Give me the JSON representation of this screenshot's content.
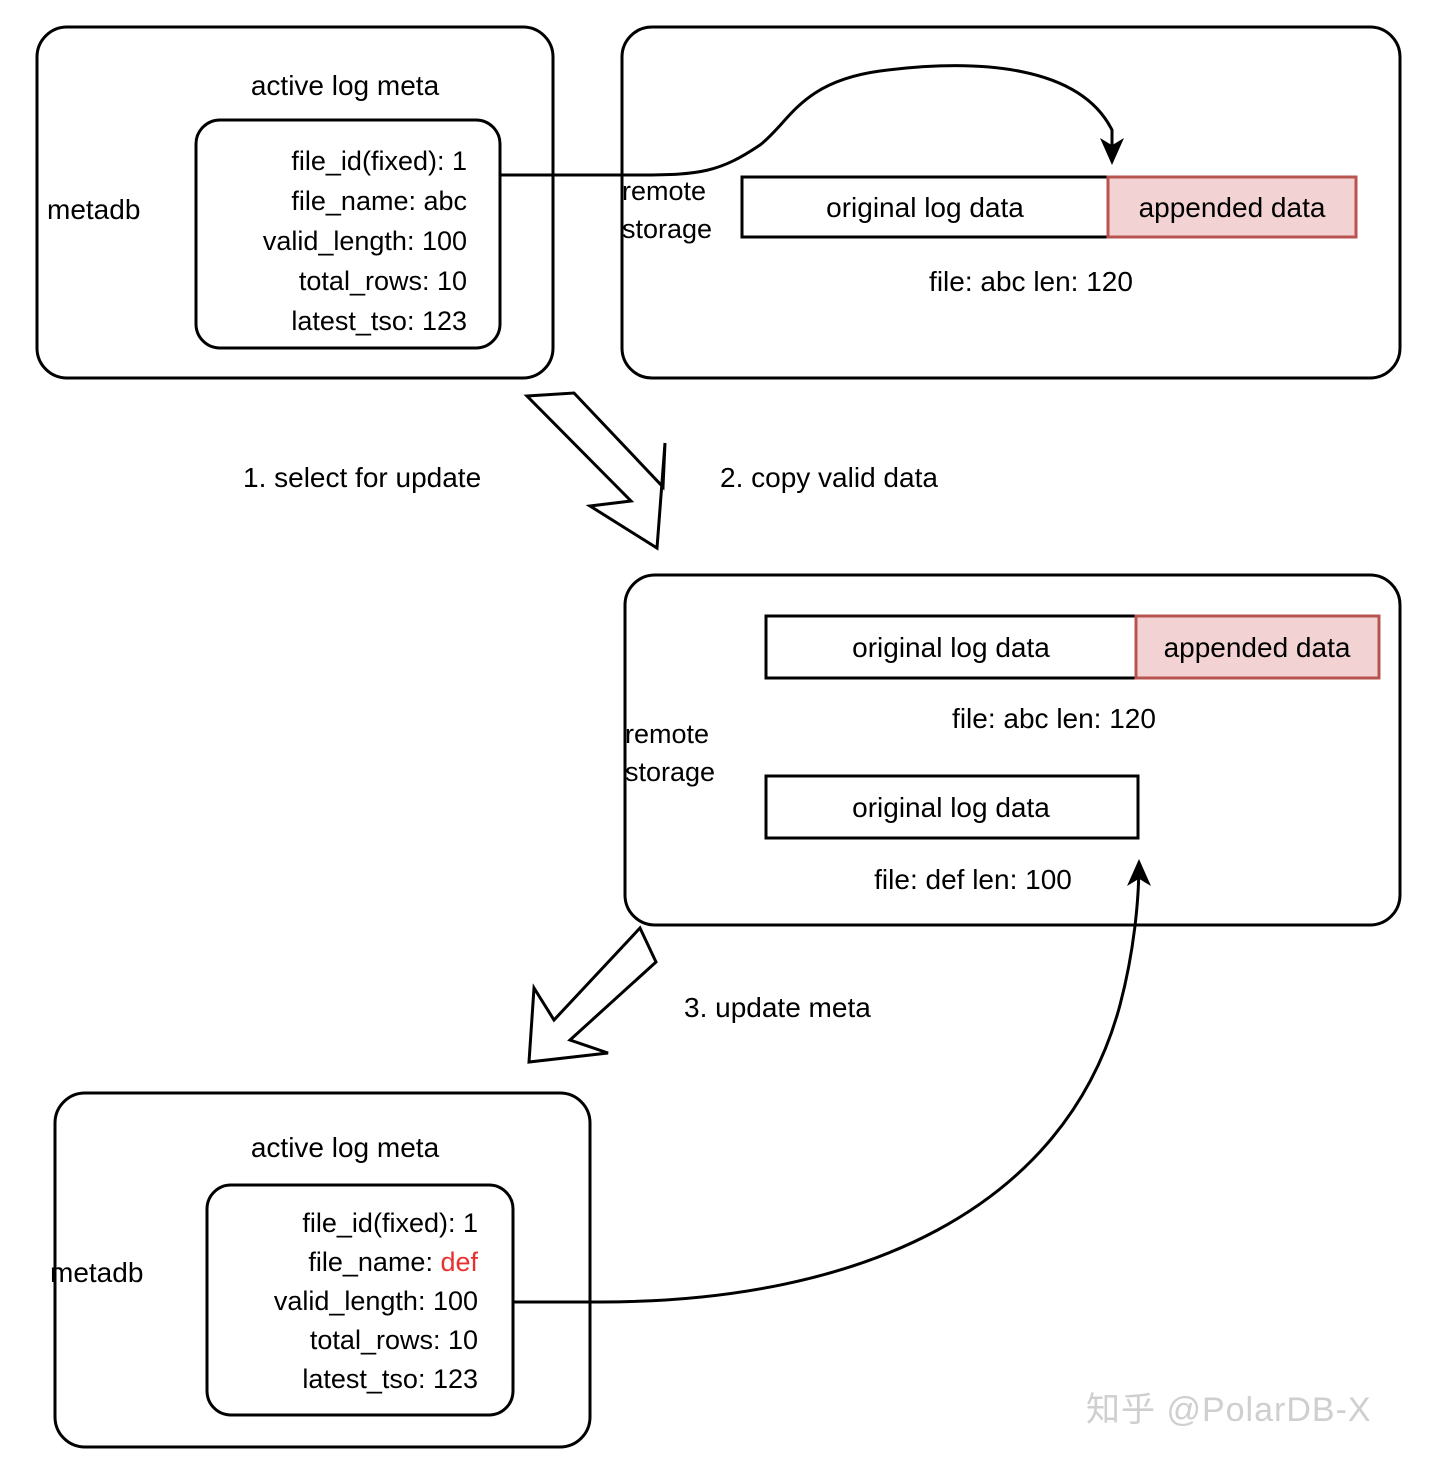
{
  "diagram": {
    "title_hidden": "PolarDB-X active log meta rotation flow",
    "watermark": "知乎 @PolarDB-X",
    "accent_fill": "#f2d2d2",
    "accent_stroke": "#b85450",
    "highlight_text_color": "#e8312f",
    "stroke_color": "#000000"
  },
  "top_metadb": {
    "db_label": "metadb",
    "table_label": "active log meta",
    "fields": [
      "file_id(fixed): 1",
      "file_name: abc",
      "valid_length: 100",
      "total_rows: 10",
      "latest_tso: 123"
    ]
  },
  "top_storage": {
    "label_line1": "remote",
    "label_line2": "storage",
    "bars": [
      {
        "original_label": "original log data",
        "appended_label": "appended data",
        "caption": "file: abc len: 120"
      }
    ]
  },
  "middle_storage": {
    "label_line1": "remote",
    "label_line2": "storage",
    "bars": [
      {
        "original_label": "original log data",
        "appended_label": "appended data",
        "caption": "file: abc len: 120"
      },
      {
        "original_label": "original log data",
        "caption": "file: def len: 100"
      }
    ]
  },
  "bottom_metadb": {
    "db_label": "metadb",
    "table_label": "active log meta",
    "fields": [
      {
        "text": "file_id(fixed): 1",
        "highlight": ""
      },
      {
        "text": "file_name: ",
        "highlight": "def"
      },
      {
        "text": "valid_length: 100",
        "highlight": ""
      },
      {
        "text": "total_rows: 10",
        "highlight": ""
      },
      {
        "text": "latest_tso: 123",
        "highlight": ""
      }
    ],
    "field_prefix_1": "file_id(fixed): 1",
    "field_prefix_2": "file_name: ",
    "field_value_2": "def",
    "field_prefix_3": "valid_length: 100",
    "field_prefix_4": "total_rows: 10",
    "field_prefix_5": "latest_tso: 123"
  },
  "steps": [
    {
      "id": 1,
      "label": "1. select for update"
    },
    {
      "id": 2,
      "label": "2. copy valid data"
    },
    {
      "id": 3,
      "label": "3. update meta"
    }
  ]
}
